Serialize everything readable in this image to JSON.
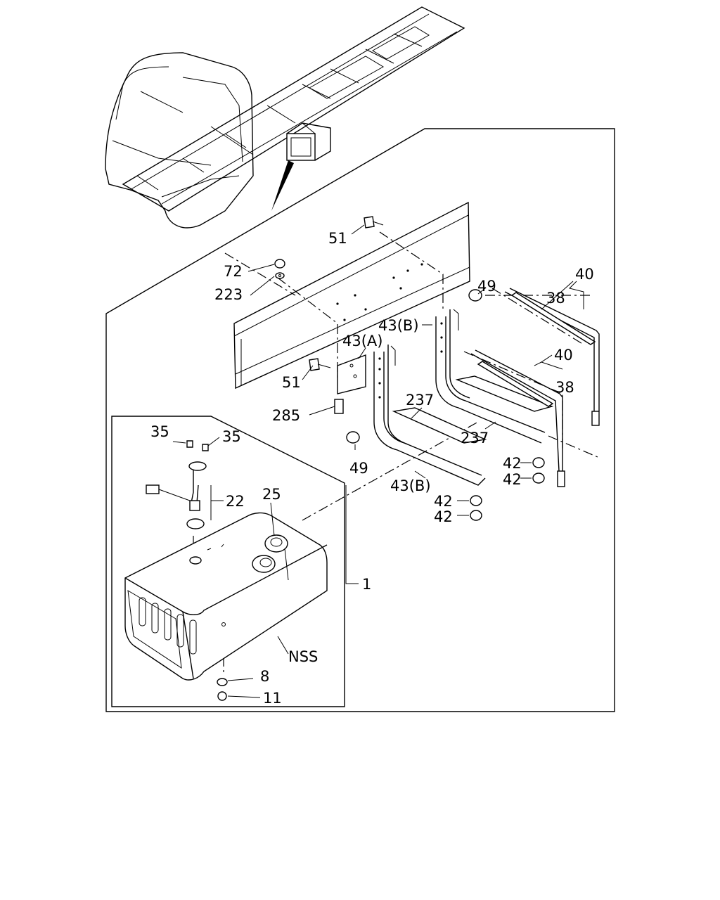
{
  "callouts": {
    "c51_top": "51",
    "c72": "72",
    "c223": "223",
    "c49_top": "49",
    "c40_top": "40",
    "c38_top": "38",
    "c43b_top": "43(B)",
    "c43a": "43(A)",
    "c40_mid": "40",
    "c38_mid": "38",
    "c51_left": "51",
    "c237_a": "237",
    "c285": "285",
    "c237_b": "237",
    "c49_bottom": "49",
    "c42_a": "42",
    "c42_b": "42",
    "c43b_bottom": "43(B)",
    "c42_c": "42",
    "c42_d": "42",
    "c35_a": "35",
    "c35_b": "35",
    "c25": "25",
    "c22": "22",
    "c1": "1",
    "nss": "NSS",
    "c8": "8",
    "c11": "11"
  }
}
